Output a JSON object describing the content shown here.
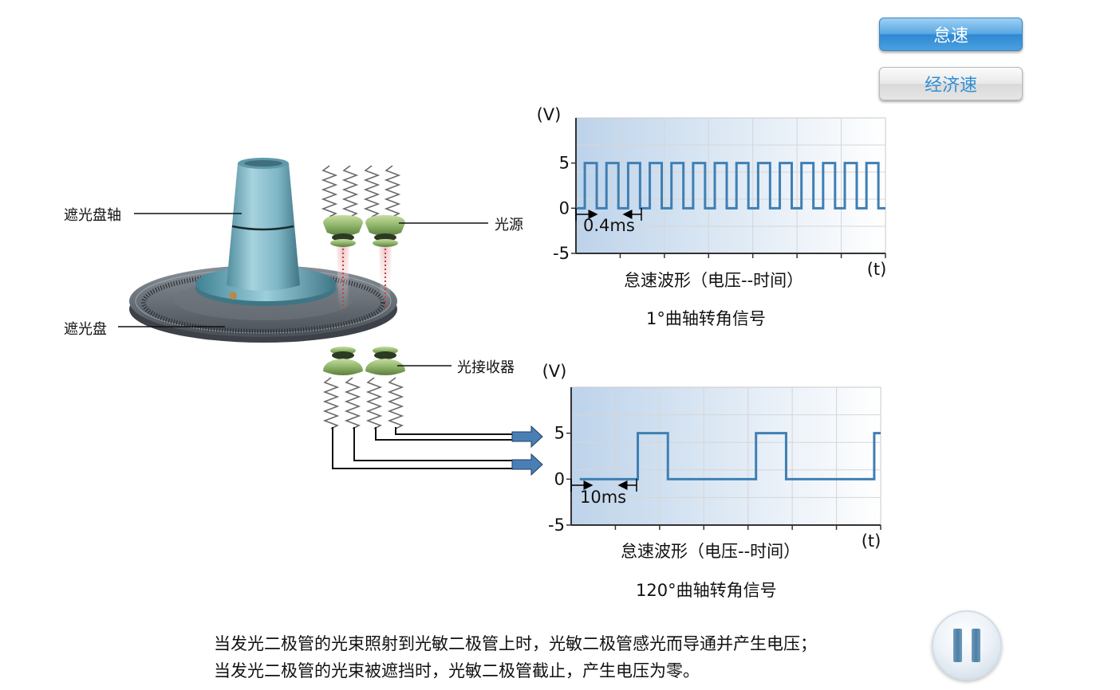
{
  "buttons": {
    "idle": "怠速",
    "economy": "经济速"
  },
  "diagram": {
    "labels": {
      "shaft": "遮光盘轴",
      "disc": "遮光盘",
      "light_source": "光源",
      "receiver": "光接收器"
    }
  },
  "chart_data": [
    {
      "type": "line",
      "ylabel": "(V)",
      "xlabel": "(t)",
      "yticks": [
        "5",
        "0",
        "-5"
      ],
      "ylim": [
        -5,
        10
      ],
      "xlim": [
        0,
        7
      ],
      "annotation": "0.4ms",
      "title": "怠速波形（电压--时间）",
      "subtitle": "1°曲轴转角信号",
      "series": [
        {
          "x": [
            0,
            0.2,
            0.2,
            0.47,
            0.47,
            0.69,
            0.69,
            0.96,
            0.96,
            1.18,
            1.18,
            1.45,
            1.45,
            1.67,
            1.67,
            1.94,
            1.94,
            2.16,
            2.16,
            2.43,
            2.43,
            2.65,
            2.65,
            2.92,
            2.92,
            3.14,
            3.14,
            3.41,
            3.41,
            3.63,
            3.63,
            3.9,
            3.9,
            4.12,
            4.12,
            4.39,
            4.39,
            4.61,
            4.61,
            4.88,
            4.88,
            5.1,
            5.1,
            5.37,
            5.37,
            5.59,
            5.59,
            5.86,
            5.86,
            6.08,
            6.08,
            6.35,
            6.35,
            6.57,
            6.57,
            6.84,
            6.84,
            7
          ],
          "y": [
            0,
            0,
            5,
            5,
            0,
            0,
            5,
            5,
            0,
            0,
            5,
            5,
            0,
            0,
            5,
            5,
            0,
            0,
            5,
            5,
            0,
            0,
            5,
            5,
            0,
            0,
            5,
            5,
            0,
            0,
            5,
            5,
            0,
            0,
            5,
            5,
            0,
            0,
            5,
            5,
            0,
            0,
            5,
            5,
            0,
            0,
            5,
            5,
            0,
            0,
            5,
            5,
            0,
            0,
            5,
            5,
            0,
            0
          ]
        }
      ]
    },
    {
      "type": "line",
      "ylabel": "(V)",
      "xlabel": "(t)",
      "yticks": [
        "5",
        "0",
        "-5"
      ],
      "ylim": [
        -5,
        10
      ],
      "xlim": [
        0,
        7.2
      ],
      "annotation": "10ms",
      "title": "怠速波形（电压--时间）",
      "subtitle": "120°曲轴转角信号",
      "series": [
        {
          "x": [
            0.2,
            1.55,
            1.55,
            2.25,
            2.25,
            4.3,
            4.3,
            5.0,
            5.0,
            7.05,
            7.05,
            7.2
          ],
          "y": [
            0,
            0,
            5,
            5,
            0,
            0,
            5,
            5,
            0,
            0,
            5,
            5
          ]
        }
      ]
    }
  ],
  "description": {
    "line1": "当发光二极管的光束照射到光敏二极管上时，光敏二极管感光而导通并产生电压；",
    "line2": "当发光二极管的光束被遮挡时，光敏二极管截止，产生电压为零。"
  }
}
